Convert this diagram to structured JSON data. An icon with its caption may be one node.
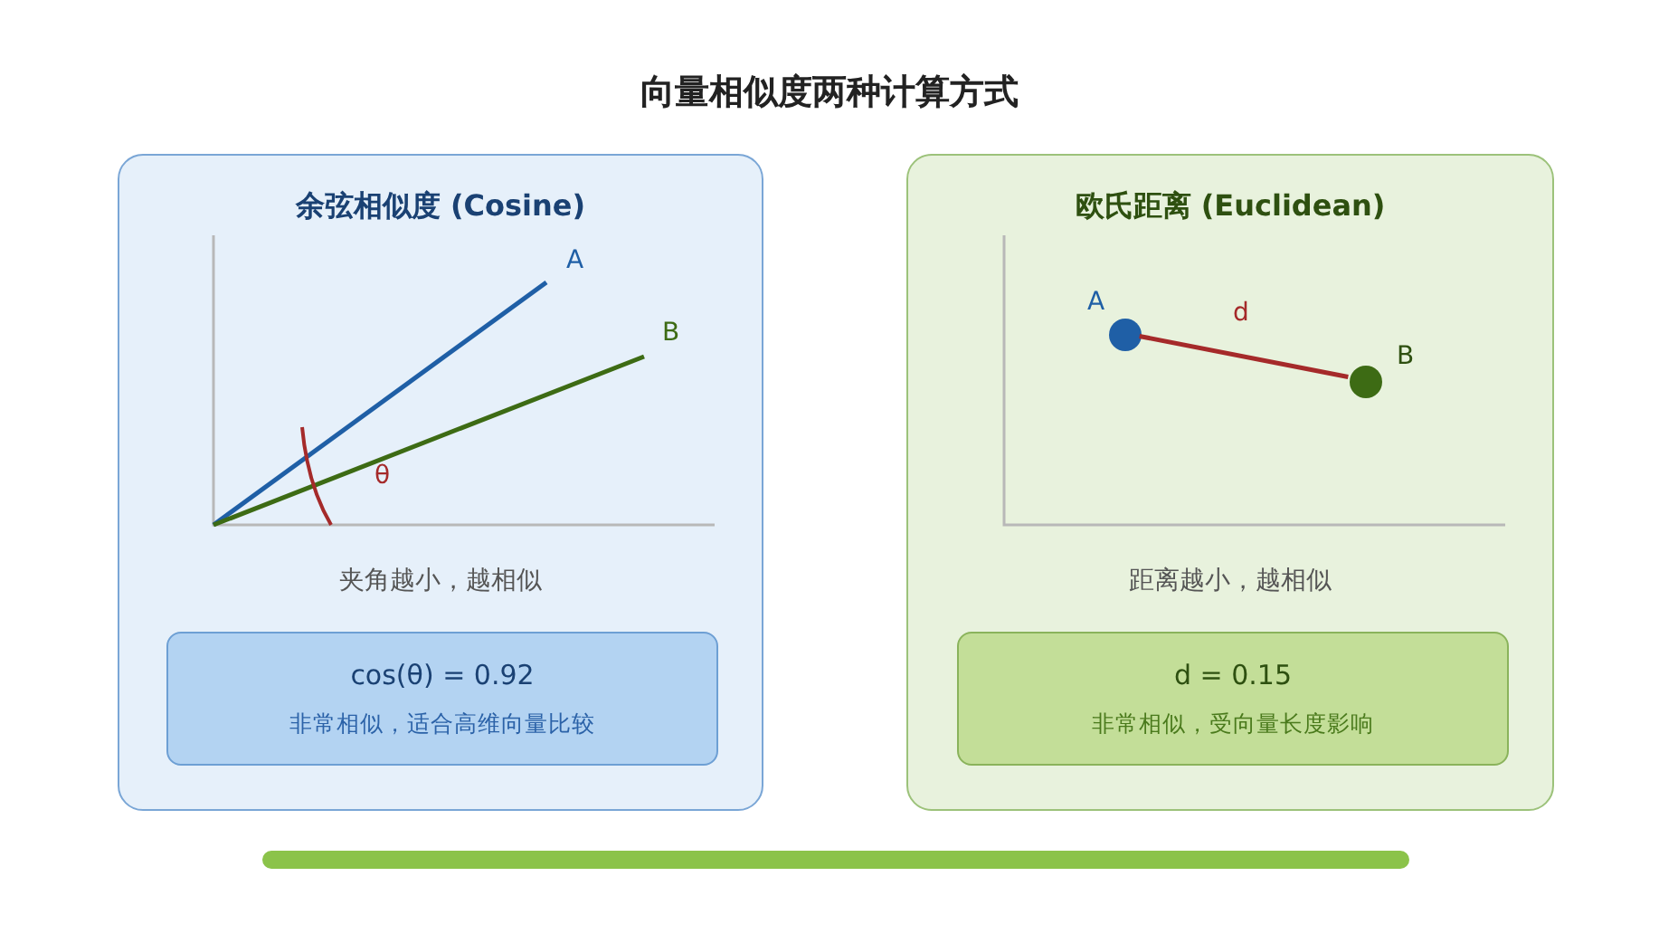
{
  "diagram": {
    "title": "向量相似度两种计算方式",
    "nodes": [
      {
        "text": [
          "余弦相似度 (Cosine)"
        ]
      },
      {
        "text": [
          "cos(θ) = 0.92",
          "非常相似，适合高维向量比较"
        ],
        "in": 0
      },
      {
        "text": [
          "欧氏距离 (Euclidean)"
        ]
      },
      {
        "text": [
          "d = 0.15",
          "非常相似，受向量长度影响"
        ],
        "in": 2
      },
      {
        "text": [],
        "shape": "circle",
        "beside": [
          "A"
        ],
        "in": 2
      },
      {
        "text": [],
        "shape": "circle",
        "beside": [
          "B"
        ],
        "in": 2
      }
    ],
    "edges": [
      {
        "from": 4,
        "to": 5,
        "arrow": "none",
        "label": "d"
      }
    ],
    "labels": [
      "A",
      "B",
      "θ",
      "夹角越小，越相似",
      "距离越小，越相似"
    ]
  }
}
